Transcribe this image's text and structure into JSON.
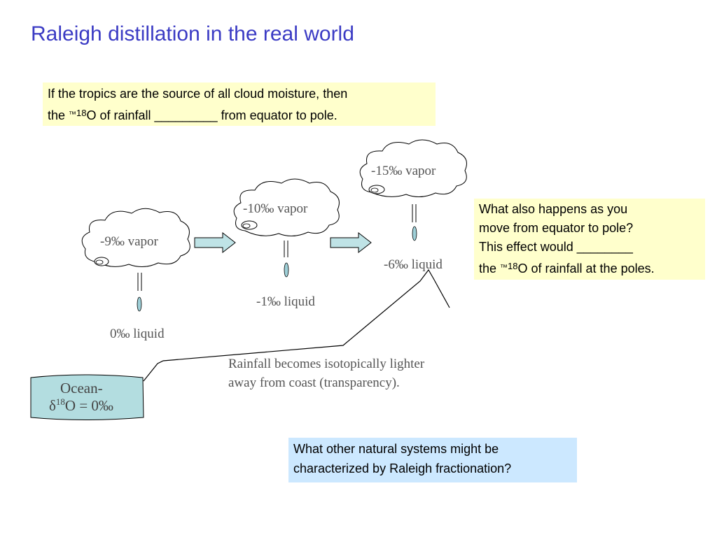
{
  "slide": {
    "title": "Raleigh distillation in the real world"
  },
  "question1": {
    "line1": "If the tropics are the source of all cloud moisture, then",
    "line2_pre": "the ",
    "line2_sym": "™",
    "line2_sup": "18",
    "line2_post": "O of rainfall _________ from equator to pole."
  },
  "question2": {
    "line1": "What also happens as you",
    "line2": "move from equator to pole?",
    "line3": "This effect would ________",
    "line4_pre": "the ",
    "line4_sym": "™",
    "line4_sup": "18",
    "line4_post": "O of rainfall at the poles."
  },
  "question3": {
    "line1": "What other natural systems might be",
    "line2": "characterized by Raleigh fractionation?"
  },
  "diagram": {
    "clouds": [
      {
        "vapor": "-9‰ vapor",
        "liquid": "0‰ liquid"
      },
      {
        "vapor": "-10‰ vapor",
        "liquid": "-1‰ liquid"
      },
      {
        "vapor": "-15‰ vapor",
        "liquid": "-6‰ liquid"
      }
    ],
    "ocean": {
      "line1": "Ocean-",
      "line2_delta": "δ",
      "line2_sup": "18",
      "line2_post": "O = 0‰"
    },
    "caption_line1": "Rainfall becomes isotopically lighter",
    "caption_line2": "away from coast (transparency).",
    "colors": {
      "title": "#3b3bc4",
      "yellow_box": "#ffffcc",
      "blue_box": "#cce8ff",
      "ocean_fill": "#b3dde0",
      "arrow_fill": "#bfe3e6",
      "drop_fill": "#9fd0d8"
    }
  }
}
